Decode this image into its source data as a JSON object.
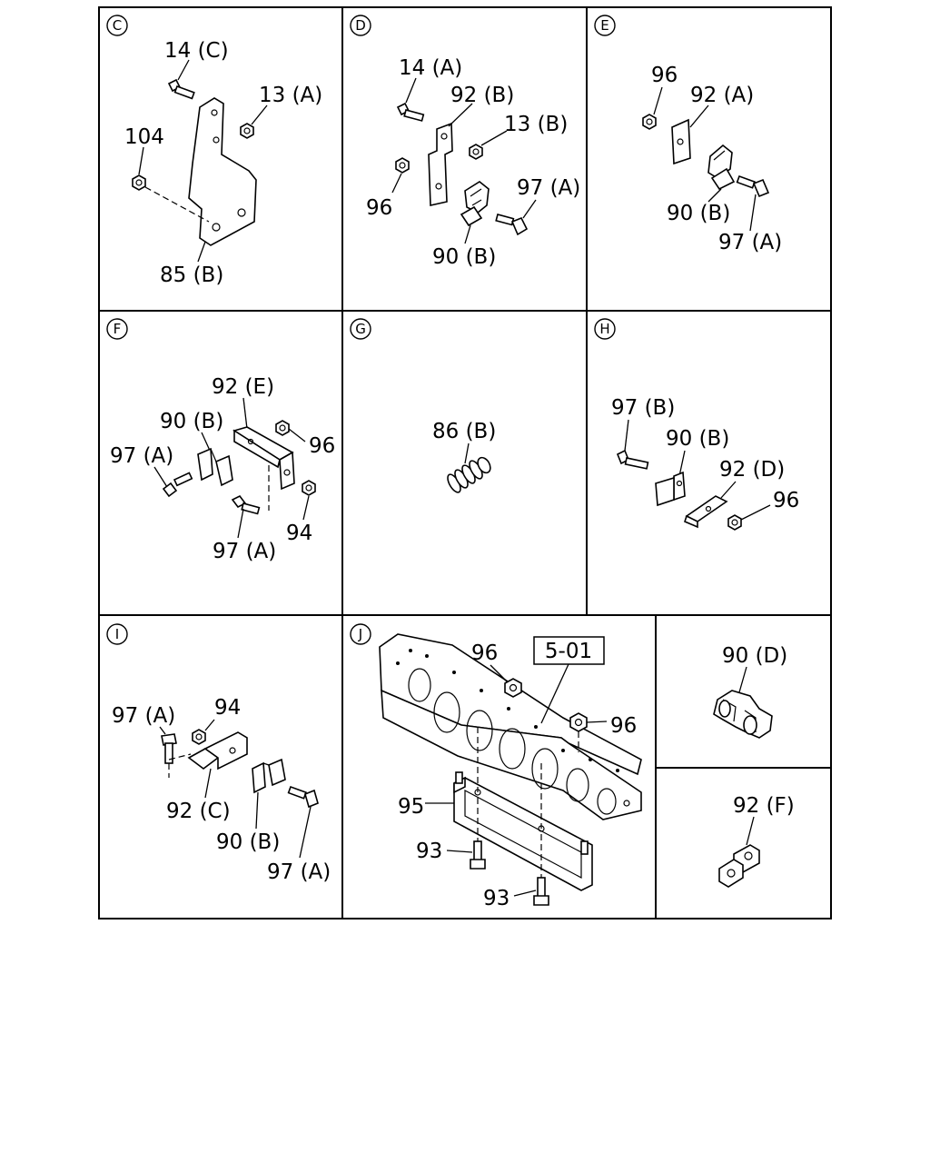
{
  "panels": {
    "C": {
      "letter": "C",
      "labels": {
        "l14c": "14 (C)",
        "l13a": "13 (A)",
        "l104": "104",
        "l85b": "85 (B)"
      }
    },
    "D": {
      "letter": "D",
      "labels": {
        "l14a": "14 (A)",
        "l92b": "92 (B)",
        "l13b": "13 (B)",
        "l96": "96",
        "l97a": "97 (A)",
        "l90b": "90 (B)"
      }
    },
    "E": {
      "letter": "E",
      "labels": {
        "l96": "96",
        "l92a": "92 (A)",
        "l90b": "90 (B)",
        "l97a": "97 (A)"
      }
    },
    "F": {
      "letter": "F",
      "labels": {
        "l92e": "92 (E)",
        "l90b": "90 (B)",
        "l96": "96",
        "l97a_1": "97 (A)",
        "l97a_2": "97 (A)",
        "l94": "94"
      }
    },
    "G": {
      "letter": "G",
      "labels": {
        "l86b": "86 (B)"
      }
    },
    "H": {
      "letter": "H",
      "labels": {
        "l97b": "97 (B)",
        "l90b": "90 (B)",
        "l92d": "92 (D)",
        "l96": "96"
      }
    },
    "I": {
      "letter": "I",
      "labels": {
        "l97a_1": "97 (A)",
        "l94": "94",
        "l92c": "92 (C)",
        "l90b": "90 (B)",
        "l97a_2": "97 (A)"
      }
    },
    "J": {
      "letter": "J",
      "labels": {
        "l96_1": "96",
        "l501": "5-01",
        "l96_2": "96",
        "l95": "95",
        "l93_1": "93",
        "l93_2": "93"
      }
    },
    "K": {
      "labels": {
        "l90d": "90 (D)"
      }
    },
    "L": {
      "labels": {
        "l92f": "92 (F)"
      }
    }
  }
}
